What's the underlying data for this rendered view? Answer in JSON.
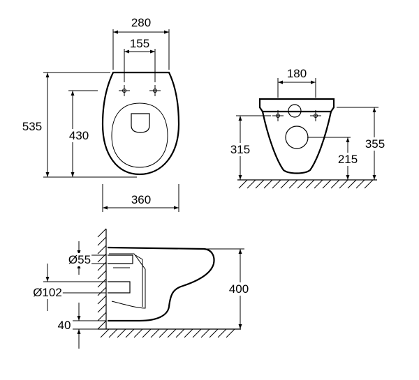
{
  "dimensions": {
    "top_width_overall": "280",
    "top_hole_spacing": "155",
    "top_length_overall": "535",
    "top_length_to_holes": "430",
    "top_width_max": "360",
    "front_hole_spacing": "180",
    "front_height_to_outlet": "315",
    "front_height_outlet_center": "215",
    "front_height_overall": "355",
    "side_inlet_diameter": "Ø55",
    "side_outlet_diameter": "Ø102",
    "side_floor_clearance": "40",
    "side_height": "400"
  }
}
